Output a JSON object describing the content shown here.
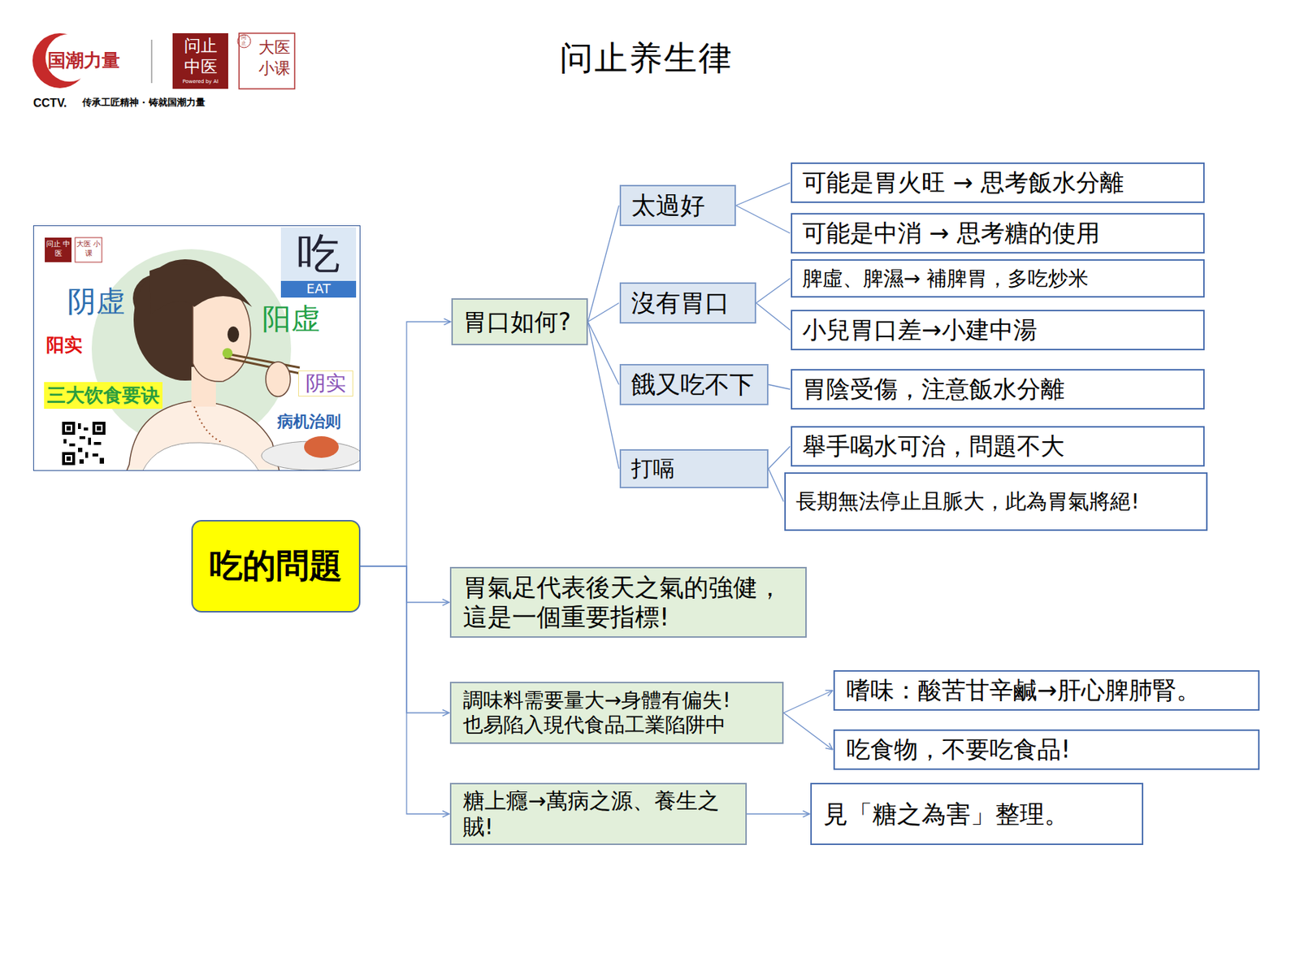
{
  "diagram": {
    "title": "问止养生律",
    "nodes": [
      {
        "text": [
          "吃的問題"
        ]
      },
      {
        "text": [
          "胃口如何?"
        ]
      },
      {
        "text": [
          "太過好"
        ]
      },
      {
        "text": [
          "可能是胃火旺 → 思考飯水分離"
        ]
      },
      {
        "text": [
          "可能是中消 → 思考糖的使用"
        ]
      },
      {
        "text": [
          "沒有胃口"
        ]
      },
      {
        "text": [
          "脾虛、脾濕→ 補脾胃，多吃炒米"
        ]
      },
      {
        "text": [
          "小兒胃口差→小建中湯"
        ]
      },
      {
        "text": [
          "餓又吃不下"
        ]
      },
      {
        "text": [
          "胃陰受傷，注意飯水分離"
        ]
      },
      {
        "text": [
          "打嗝"
        ]
      },
      {
        "text": [
          "舉手喝水可治，問題不大"
        ]
      },
      {
        "text": [
          "長期無法停止且脈大，此為胃氣將絕!"
        ]
      },
      {
        "text": [
          "胃氣足代表後天之氣的強健， 這是一個重要指標!"
        ]
      },
      {
        "text": [
          "調味料需要量大→身體有偏失! 也易陷入現代食品工業陷阱中"
        ]
      },
      {
        "text": [
          "嗜味：酸苦甘辛鹹→肝心脾肺腎。"
        ]
      },
      {
        "text": [
          "吃食物，不要吃食品!"
        ]
      },
      {
        "text": [
          "糖上癮→萬病之源、養生之賊!"
        ]
      },
      {
        "text": [
          "見「糖之為害」整理。"
        ]
      }
    ],
    "edges": [
      {
        "from": 0,
        "to": 1,
        "arrow": "to"
      },
      {
        "from": 0,
        "to": 13,
        "arrow": "to"
      },
      {
        "from": 0,
        "to": 14,
        "arrow": "to"
      },
      {
        "from": 0,
        "to": 17,
        "arrow": "to"
      },
      {
        "from": 1,
        "to": 2,
        "arrow": "none"
      },
      {
        "from": 1,
        "to": 5,
        "arrow": "none"
      },
      {
        "from": 1,
        "to": 8,
        "arrow": "none"
      },
      {
        "from": 1,
        "to": 10,
        "arrow": "none"
      },
      {
        "from": 2,
        "to": 3,
        "arrow": "none"
      },
      {
        "from": 2,
        "to": 4,
        "arrow": "none"
      },
      {
        "from": 5,
        "to": 6,
        "arrow": "none"
      },
      {
        "from": 5,
        "to": 7,
        "arrow": "none"
      },
      {
        "from": 8,
        "to": 9,
        "arrow": "none"
      },
      {
        "from": 10,
        "to": 11,
        "arrow": "none"
      },
      {
        "from": 10,
        "to": 12,
        "arrow": "none"
      },
      {
        "from": 14,
        "to": 15,
        "arrow": "to"
      },
      {
        "from": 14,
        "to": 16,
        "arrow": "to"
      },
      {
        "from": 17,
        "to": 18,
        "arrow": "to"
      }
    ],
    "labels": [
      "国潮力量",
      "问止 中医",
      "Powered by AI",
      "问止",
      "大医 小课",
      "CCTV.",
      "传承工匠精神 · 铸就国潮力量",
      "问止 中医",
      "大医 小课",
      "吃",
      "EAT",
      "阴虚",
      "阳虚",
      "阳实",
      "三大饮食要诀",
      "阴实",
      "病机治则"
    ]
  }
}
